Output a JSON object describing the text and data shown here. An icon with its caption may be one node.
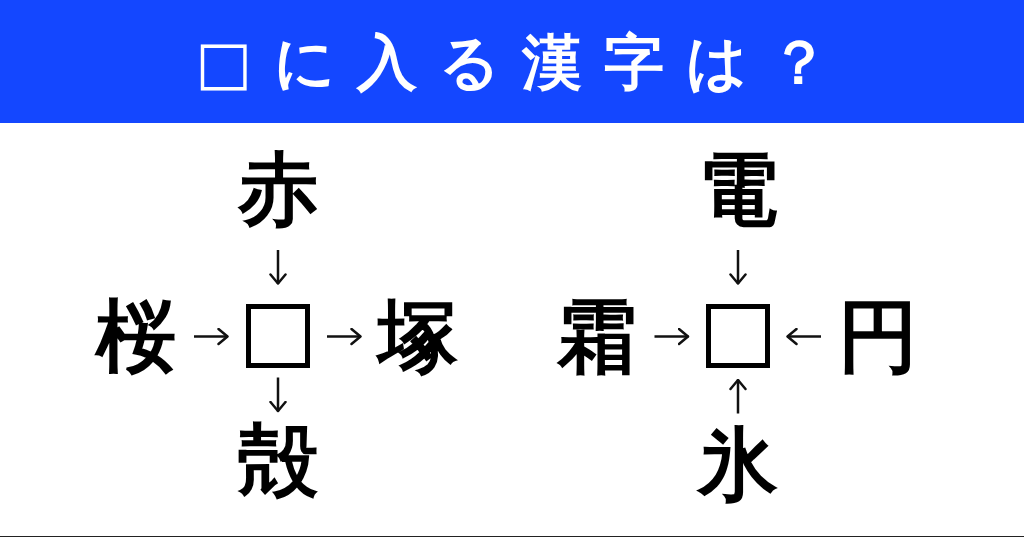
{
  "diagram": {
    "title": "□に入る漢字は？",
    "nodes": [
      {
        "text": [
          "赤"
        ]
      },
      {
        "text": [
          "桜"
        ]
      },
      {
        "text": [],
        "shape": "box"
      },
      {
        "text": [
          "塚"
        ]
      },
      {
        "text": [
          "殻"
        ]
      },
      {
        "text": [
          "電"
        ]
      },
      {
        "text": [
          "霜"
        ]
      },
      {
        "text": [],
        "shape": "box"
      },
      {
        "text": [
          "円"
        ]
      },
      {
        "text": [
          "氷"
        ]
      }
    ],
    "edges": [
      {
        "from": 0,
        "to": 2,
        "arrow": "to"
      },
      {
        "from": 1,
        "to": 2,
        "arrow": "to"
      },
      {
        "from": 2,
        "to": 3,
        "arrow": "to"
      },
      {
        "from": 2,
        "to": 4,
        "arrow": "to"
      },
      {
        "from": 5,
        "to": 7,
        "arrow": "to"
      },
      {
        "from": 6,
        "to": 7,
        "arrow": "to"
      },
      {
        "from": 8,
        "to": 7,
        "arrow": "to"
      },
      {
        "from": 9,
        "to": 7,
        "arrow": "to"
      }
    ]
  }
}
